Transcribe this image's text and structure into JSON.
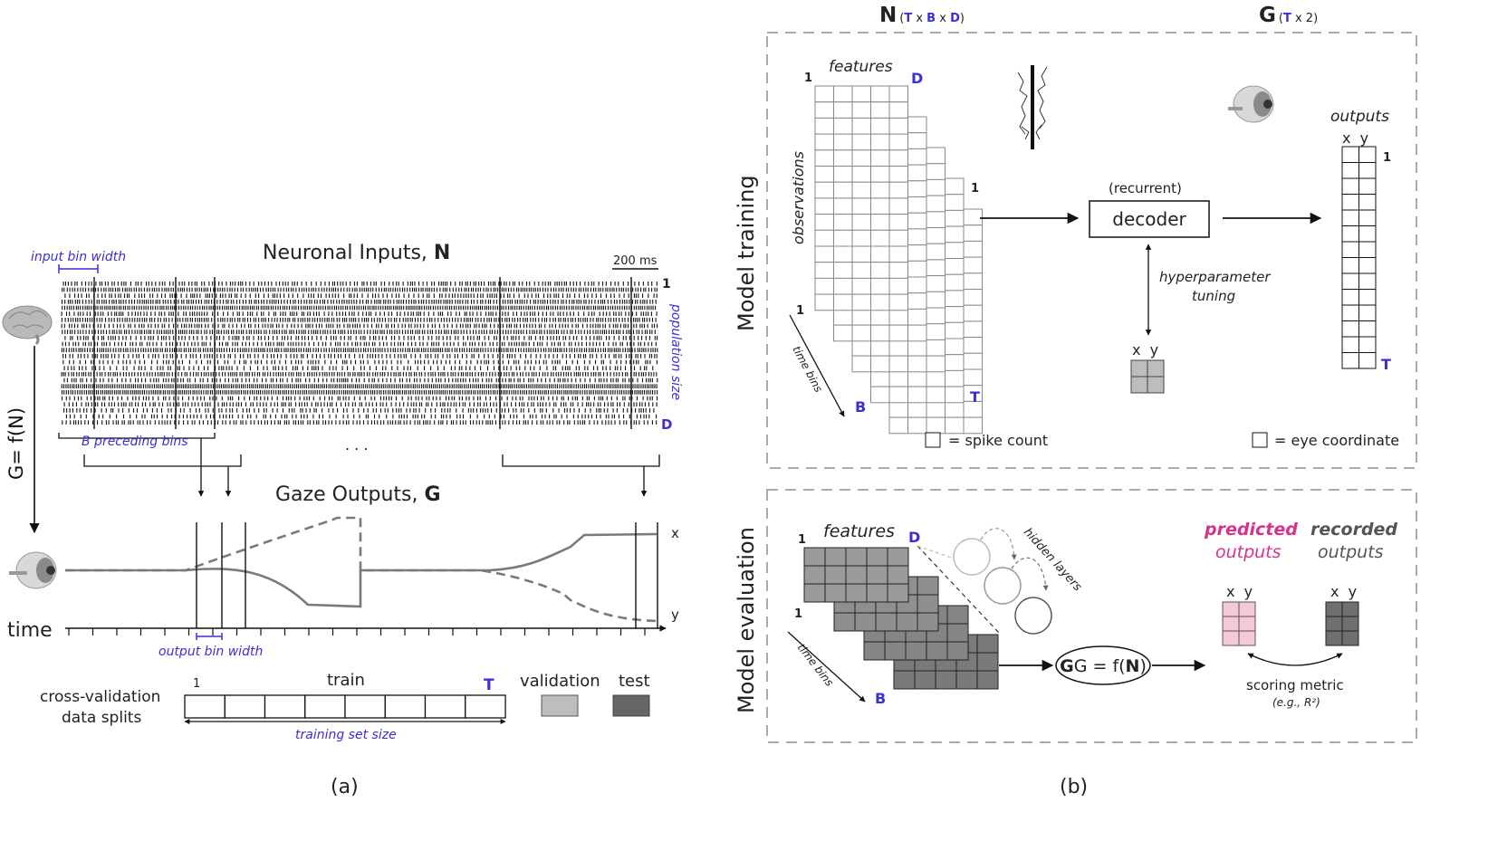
{
  "panel_a": {
    "caption": "(a)",
    "title_prefix": "Neuronal Inputs, ",
    "title_bold": "N",
    "scale_bar": "200 ms",
    "input_bin_width": "input bin width",
    "row_first": "1",
    "row_last": "D",
    "population_size": "population size",
    "preceding_bins": "B preceding bins",
    "ellipsis": ". . .",
    "gaze_prefix": "Gaze Outputs, ",
    "gaze_bold": "G",
    "function_label": "G= f(N)",
    "x_label": "x",
    "y_label": "y",
    "time_label": "time",
    "output_bin_width": "output bin width",
    "cv_label_1": "cross-validation",
    "cv_label_2": "data splits",
    "split_first": "1",
    "split_train": "train",
    "split_last": "T",
    "split_validation": "validation",
    "split_test": "test",
    "training_set_size": "training set size",
    "accent": "#3b2fd6",
    "trace_color": "#7a7a7a"
  },
  "panel_b": {
    "caption": "(b)",
    "N_label": "N",
    "N_dims": [
      "T",
      " x ",
      "B",
      " x ",
      "D",
      ")"
    ],
    "N_open": "(",
    "G_label": "G",
    "G_dims_open": "(",
    "G_dims_T": "T",
    "G_dims_rest": " x 2)",
    "training": {
      "section_label": "Model training",
      "features": "features",
      "observations": "observations",
      "time_bins": "time bins",
      "one_top": "1",
      "D": "D",
      "one_right": "1",
      "one_bottom": "1",
      "T": "T",
      "B": "B",
      "recurrent": "(recurrent)",
      "decoder": "decoder",
      "hyper_1": "hyperparameter",
      "hyper_2": "tuning",
      "xy": "x  y",
      "outputs": "outputs",
      "out_xy": "x  y",
      "out_one": "1",
      "out_T": "T",
      "legend_spike": "= spike count",
      "legend_eye": "= eye coordinate"
    },
    "evaluation": {
      "section_label": "Model evaluation",
      "features": "features",
      "one_top": "1",
      "D": "D",
      "one_mid": "1",
      "time_bins": "time bins",
      "B": "B",
      "hidden_layers": "hidden layers",
      "function_prefix": "G = f(",
      "function_bold": "N",
      "function_suffix": ")",
      "predicted_1": "predicted",
      "predicted_2": "outputs",
      "recorded_1": "recorded",
      "recorded_2": "outputs",
      "xy_pred": "x  y",
      "xy_rec": "x  y",
      "scoring": "scoring metric",
      "scoring_eg": "(e.g., R²)",
      "predicted_color": "#d6338a",
      "predicted_fill": "#f6c9d9"
    }
  }
}
